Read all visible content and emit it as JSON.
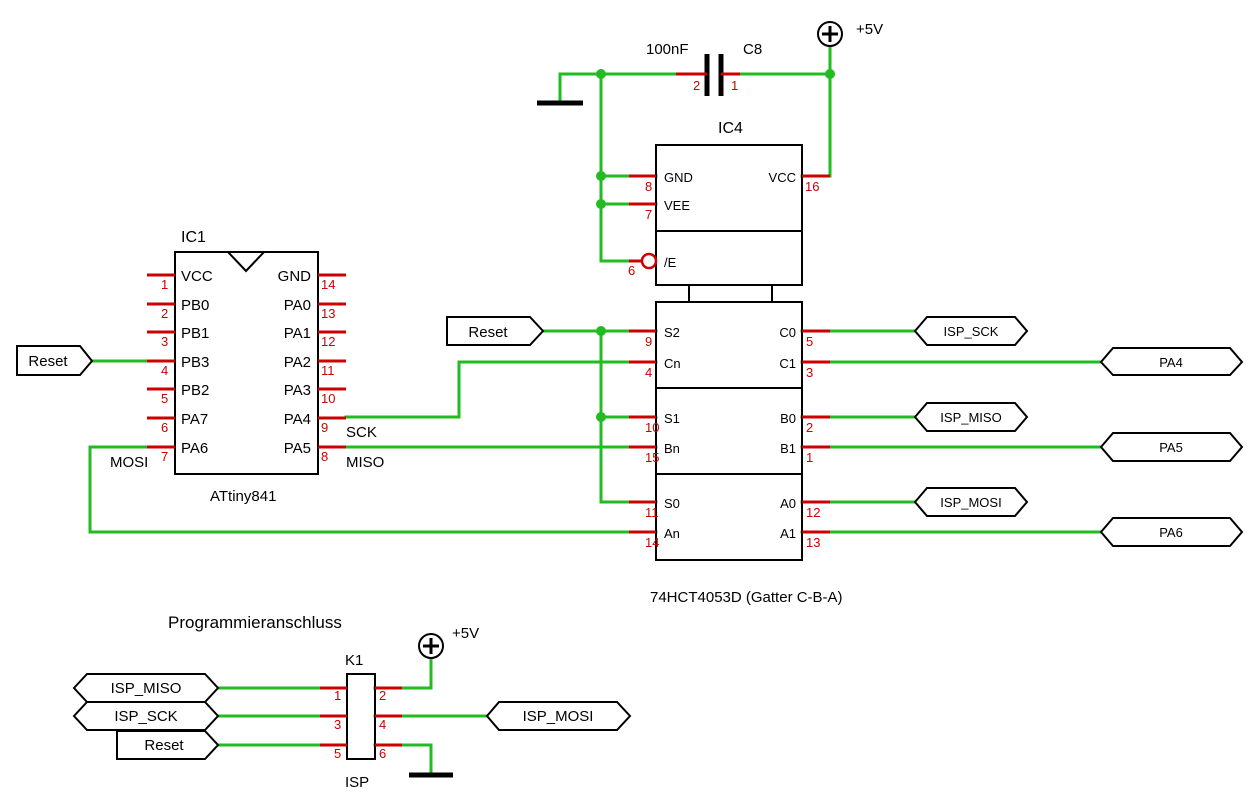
{
  "colors": {
    "wire": "#22bb22",
    "pin": "#cc0000",
    "line": "#000000",
    "junction": "#22bb22"
  },
  "ic1": {
    "ref": "IC1",
    "value": "ATtiny841",
    "left_pins": [
      {
        "num": "1",
        "name": "VCC"
      },
      {
        "num": "2",
        "name": "PB0"
      },
      {
        "num": "3",
        "name": "PB1"
      },
      {
        "num": "4",
        "name": "PB3"
      },
      {
        "num": "5",
        "name": "PB2"
      },
      {
        "num": "6",
        "name": "PA7"
      },
      {
        "num": "7",
        "name": "PA6"
      }
    ],
    "right_pins": [
      {
        "num": "14",
        "name": "GND"
      },
      {
        "num": "13",
        "name": "PA0"
      },
      {
        "num": "12",
        "name": "PA1"
      },
      {
        "num": "11",
        "name": "PA2"
      },
      {
        "num": "10",
        "name": "PA3"
      },
      {
        "num": "9",
        "name": "PA4"
      },
      {
        "num": "8",
        "name": "PA5"
      }
    ]
  },
  "ic4": {
    "ref": "IC4",
    "value": "74HCT4053D (Gatter C-B-A)",
    "power_pins": [
      {
        "num": "8",
        "name": "GND"
      },
      {
        "num": "7",
        "name": "VEE"
      },
      {
        "num": "16",
        "name": "VCC"
      },
      {
        "num": "6",
        "name": "/E"
      }
    ],
    "gates": [
      {
        "sel_num": "9",
        "sel": "S2",
        "in_num": "4",
        "in": "Cn",
        "out0_num": "5",
        "out0": "C0",
        "out1_num": "3",
        "out1": "C1"
      },
      {
        "sel_num": "10",
        "sel": "S1",
        "in_num": "15",
        "in": "Bn",
        "out0_num": "2",
        "out0": "B0",
        "out1_num": "1",
        "out1": "B1"
      },
      {
        "sel_num": "11",
        "sel": "S0",
        "in_num": "14",
        "in": "An",
        "out0_num": "12",
        "out0": "A0",
        "out1_num": "13",
        "out1": "A1"
      }
    ]
  },
  "c8": {
    "ref": "C8",
    "value": "100nF",
    "pin1": "1",
    "pin2": "2"
  },
  "supply": "+5V",
  "wire_labels": {
    "sck": "SCK",
    "miso": "MISO",
    "mosi": "MOSI"
  },
  "ports": {
    "reset_ic1": "Reset",
    "reset_ic4": "Reset",
    "isp_sck_out": "ISP_SCK",
    "pa4": "PA4",
    "isp_miso_out": "ISP_MISO",
    "pa5": "PA5",
    "isp_mosi_out": "ISP_MOSI",
    "pa6": "PA6"
  },
  "connector": {
    "title": "Programmieranschluss",
    "ref": "K1",
    "value": "ISP",
    "pins": [
      "1",
      "2",
      "3",
      "4",
      "5",
      "6"
    ],
    "ports": {
      "miso": "ISP_MISO",
      "sck": "ISP_SCK",
      "reset": "Reset",
      "mosi": "ISP_MOSI"
    }
  }
}
